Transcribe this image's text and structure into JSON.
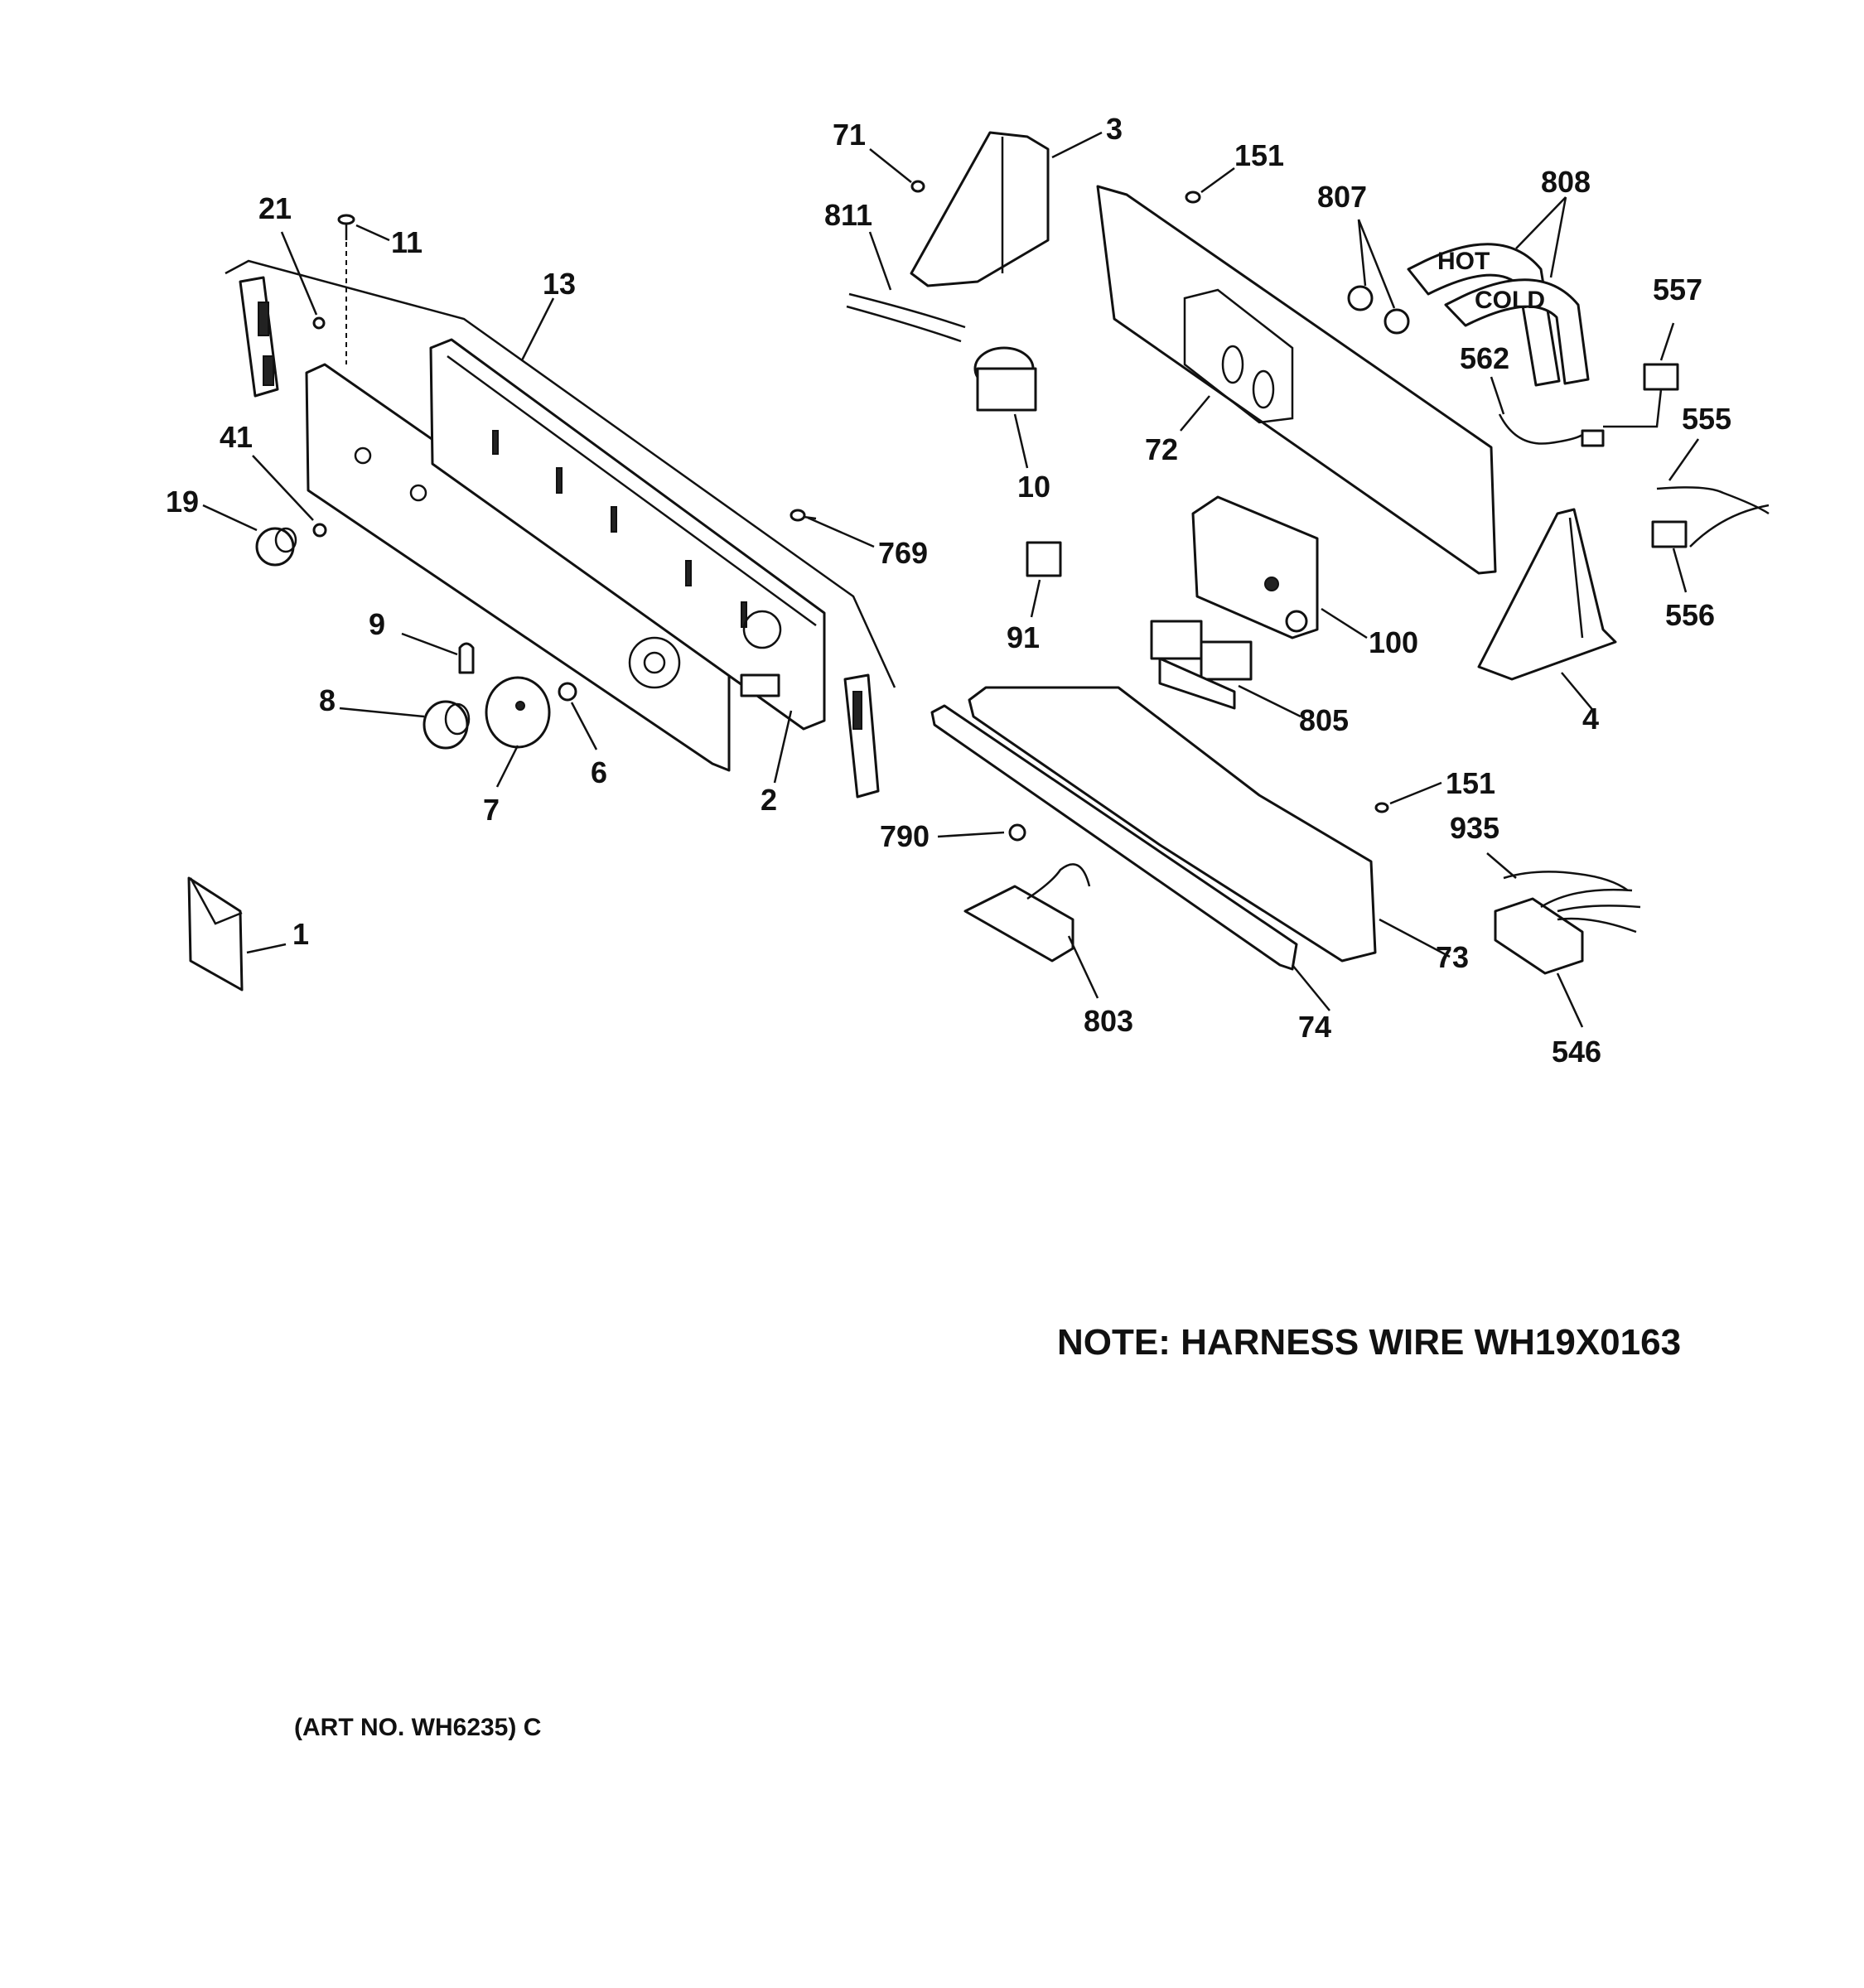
{
  "callouts": [
    "1",
    "2",
    "3",
    "4",
    "6",
    "7",
    "8",
    "9",
    "10",
    "11",
    "13",
    "19",
    "21",
    "41",
    "71",
    "72",
    "73",
    "74",
    "91",
    "100",
    "151",
    "151",
    "546",
    "555",
    "556",
    "557",
    "562",
    "769",
    "790",
    "803",
    "805",
    "807",
    "808",
    "811",
    "935"
  ],
  "hose_labels": [
    "HOT",
    "COLD"
  ],
  "note": "NOTE: HARNESS WIRE WH19X0163",
  "art_number": "(ART NO. WH6235) C"
}
